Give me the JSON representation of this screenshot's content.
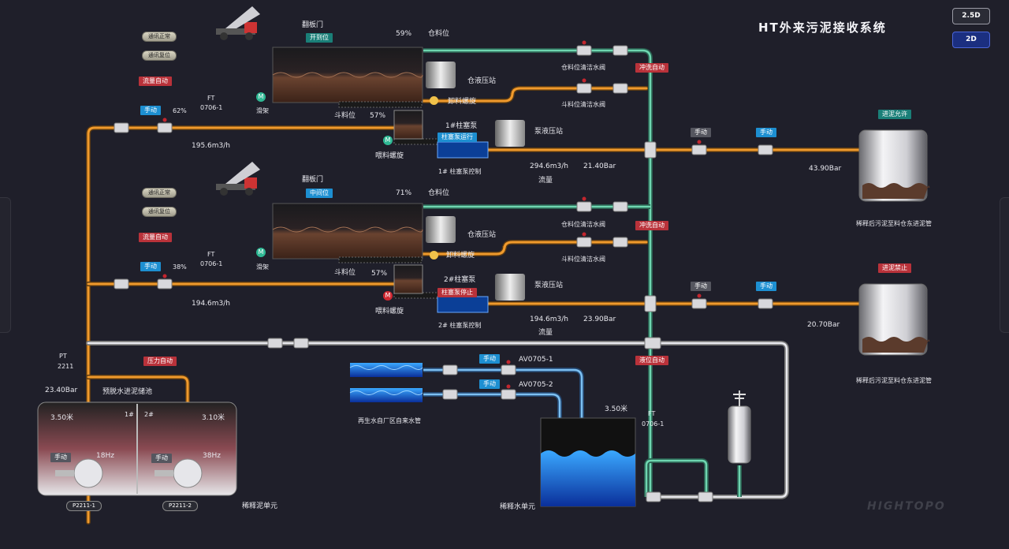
{
  "header": {
    "title": "HT外来污泥接收系统",
    "btn_25d": "2.5D",
    "btn_2d": "2D",
    "brand": "HIGHTOPO"
  },
  "colors": {
    "bg": "#1f1f2a",
    "orange_pipe": "#f09a2c",
    "green_pipe": "#5ec9a6",
    "blue_pipe": "#5aa8e8",
    "red_tag": "#b9323a",
    "blue_tag": "#1d8fd1",
    "teal_tag": "#1a7f78"
  },
  "unit1": {
    "status_comm": "通讯正常",
    "status_reset": "通讯复位",
    "flip_door": "翻板门",
    "door_state": "开到位",
    "level_pct": "59%",
    "level_label": "仓料位",
    "hyd_station": "仓液压站",
    "flow_auto": "流量自动",
    "ft": "FT",
    "ft_id": "0706-1",
    "manual": "手动",
    "valve_pct": "62%",
    "slide": "滑架",
    "unload_screw": "卸料螺旋",
    "bucket_label": "斗料位",
    "bucket_pct": "57%",
    "flow_value": "195.6m3/h",
    "feed_screw": "喂料螺旋",
    "clean_valve_1": "仓料位清洁水阀",
    "clean_valve_2": "斗料位清洁水阀",
    "flush_auto": "冲洗自动",
    "pump_name": "1#柱塞泵",
    "pump_state": "柱塞泵运行",
    "pump_ctrl": "1# 柱塞泵控制",
    "pump_hyd": "泵液压站",
    "pump_flow": "294.6m3/h",
    "pump_pressure": "21.40Bar",
    "flow_label": "流量",
    "manual_a": "手动",
    "manual_b": "手动",
    "tank_permit": "进泥允许",
    "tank_pressure": "43.90Bar",
    "tank_label": "稀释后污泥至料仓东进泥管"
  },
  "unit2": {
    "status_comm": "通讯正常",
    "status_reset": "通讯复位",
    "flip_door": "翻板门",
    "door_state": "中间位",
    "level_pct": "71%",
    "level_label": "仓料位",
    "hyd_station": "仓液压站",
    "flow_auto": "流量自动",
    "ft": "FT",
    "ft_id": "0706-1",
    "manual": "手动",
    "valve_pct": "38%",
    "slide": "滑架",
    "unload_screw": "卸料螺旋",
    "bucket_label": "斗料位",
    "bucket_pct": "57%",
    "flow_value": "194.6m3/h",
    "feed_screw": "喂料螺旋",
    "clean_valve_1": "仓料位清洁水阀",
    "clean_valve_2": "斗料位清洁水阀",
    "flush_auto": "冲洗自动",
    "pump_name": "2#柱塞泵",
    "pump_state": "柱塞泵停止",
    "pump_ctrl": "2# 柱塞泵控制",
    "pump_hyd": "泵液压站",
    "pump_flow": "194.6m3/h",
    "pump_pressure": "23.90Bar",
    "flow_label": "流量",
    "manual_a": "手动",
    "manual_b": "手动",
    "tank_permit": "进泥禁止",
    "tank_pressure": "20.70Bar",
    "tank_label": "稀释后污泥至料仓东进泥管"
  },
  "motor_m": "M",
  "lower": {
    "pt": "PT",
    "pt_id": "2211",
    "pressure_auto": "压力自动",
    "pt_value": "23.40Bar",
    "pool_label": "预脱水进泥储池",
    "pool1_level": "3.50米",
    "pool1_no": "1#",
    "pool1_manual": "手动",
    "pool1_hz": "18Hz",
    "pool1_pump": "P2211-1",
    "pool2_no": "2#",
    "pool2_level": "3.10米",
    "pool2_manual": "手动",
    "pool2_hz": "38Hz",
    "pool2_pump": "P2211-2",
    "dilute_sludge_unit": "稀释泥单元",
    "water_source": "再生水自厂区自来水管",
    "manual_1": "手动",
    "av1": "AV0705-1",
    "manual_2": "手动",
    "av2": "AV0705-2",
    "level_auto": "液位自动",
    "water_level": "3.50米",
    "ft": "FT",
    "ft_id": "0706-1",
    "dilute_water_unit": "稀释水单元"
  }
}
